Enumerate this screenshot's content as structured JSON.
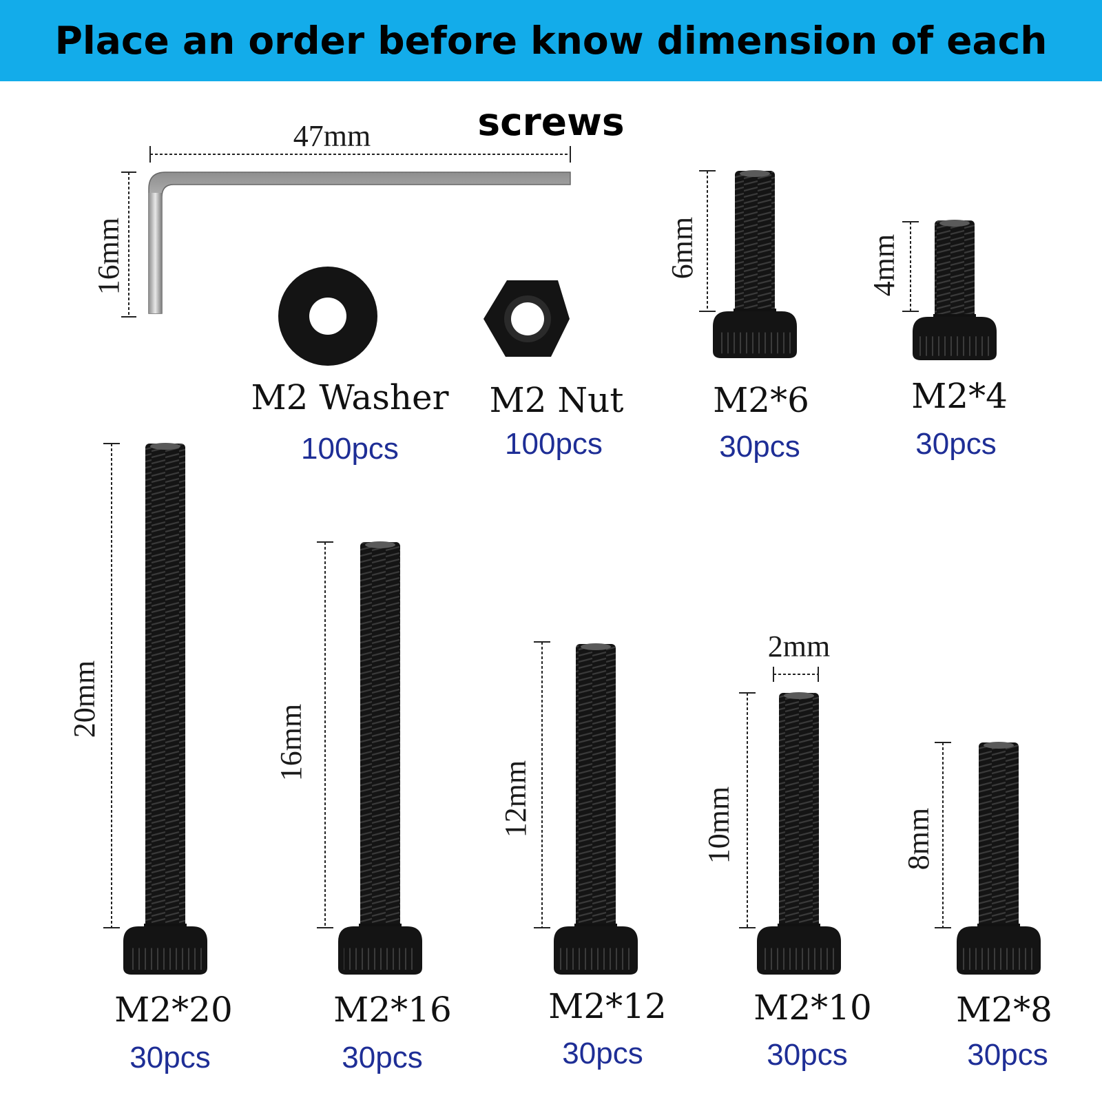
{
  "banner": {
    "title": "Place an order before know dimension of each screws",
    "background_color": "#13acea"
  },
  "colors": {
    "quantity_text": "#1e2e96",
    "hardware": "#151515"
  },
  "hex_key": {
    "length": "47mm",
    "height": "16mm"
  },
  "washer": {
    "name": "M2 Washer",
    "quantity": "100pcs"
  },
  "nut": {
    "name": "M2 Nut",
    "quantity": "100pcs"
  },
  "screws": [
    {
      "name": "M2*6",
      "quantity": "30pcs",
      "length_label": "6mm"
    },
    {
      "name": "M2*4",
      "quantity": "30pcs",
      "length_label": "4mm"
    },
    {
      "name": "M2*20",
      "quantity": "30pcs",
      "length_label": "20mm"
    },
    {
      "name": "M2*16",
      "quantity": "30pcs",
      "length_label": "16mm"
    },
    {
      "name": "M2*12",
      "quantity": "30pcs",
      "length_label": "12mm"
    },
    {
      "name": "M2*10",
      "quantity": "30pcs",
      "length_label": "10mm",
      "diameter_label": "2mm"
    },
    {
      "name": "M2*8",
      "quantity": "30pcs",
      "length_label": "8mm"
    }
  ]
}
